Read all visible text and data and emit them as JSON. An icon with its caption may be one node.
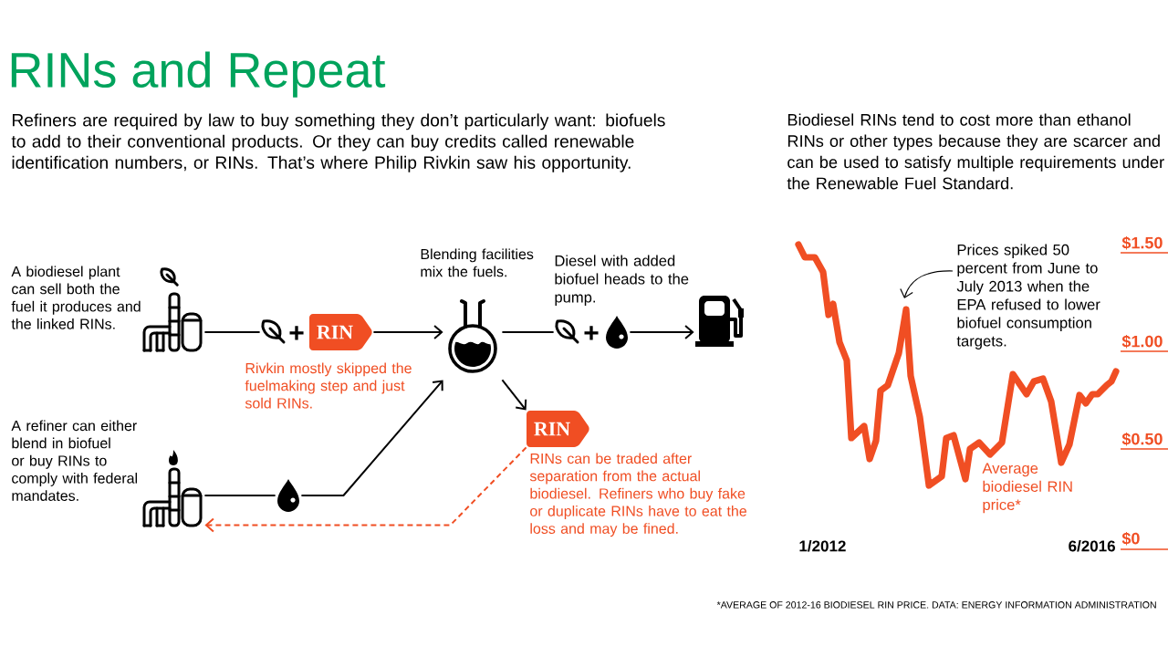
{
  "diagram": {
    "title": "RINs and Repeat",
    "nodes": [
      {
        "text": [],
        "shape": "picture",
        "beside": [
          "A biodiesel plant can sell both the fuel it produces and the linked RINs."
        ]
      },
      {
        "text": [],
        "shape": "picture"
      },
      {
        "text": [
          "RIN"
        ],
        "beside": [
          "Rivkin mostly skipped the fuelmaking step and just sold RINs."
        ]
      },
      {
        "text": [],
        "shape": "picture",
        "beside": [
          "Blending facilities mix the fuels."
        ]
      },
      {
        "text": [],
        "shape": "picture"
      },
      {
        "text": [],
        "shape": "picture"
      },
      {
        "text": [],
        "shape": "picture"
      },
      {
        "text": [],
        "shape": "picture",
        "beside": [
          "A refiner can either blend in biofuel or buy RINs to comply with federal mandates."
        ]
      },
      {
        "text": [],
        "shape": "picture"
      },
      {
        "text": [
          "RIN"
        ],
        "beside": [
          "RINs can be traded after separation from the actual biodiesel. Refiners who buy fake or duplicate RINs have to eat the loss and may be fined."
        ]
      },
      {
        "text": [
          "Prices spiked 50 percent from June to July 2013 when the EPA refused to lower biofuel consumption targets."
        ]
      }
    ],
    "edges": [
      {
        "from": 0,
        "to": 1,
        "arrow": "none"
      },
      {
        "from": 2,
        "to": 3,
        "arrow": "to"
      },
      {
        "from": 3,
        "to": 4,
        "arrow": "none"
      },
      {
        "from": 5,
        "to": 6,
        "arrow": "to"
      },
      {
        "from": 7,
        "to": 8,
        "arrow": "none"
      },
      {
        "from": 8,
        "to": 3,
        "arrow": "to"
      },
      {
        "from": 3,
        "to": 9,
        "arrow": "to"
      },
      {
        "from": 9,
        "to": 7,
        "arrow": "to",
        "style": "dashed",
        "color": "#f04e23"
      },
      {
        "from": 10,
        "to": null,
        "arrow": "to"
      }
    ],
    "labels": [
      "Refiners are required by law to buy something they don’t particularly want: biofuels to add to their conventional products. Or they can buy credits called renewable identification numbers, or RINs. That’s where Philip Rivkin saw his opportunity.",
      "Biodiesel RINs tend to cost more than ethanol RINs or other types because they are scarcer and can be used to satisfy multiple requirements under the Renewable Fuel Standard.",
      "Diesel with added biofuel heads to the pump.",
      "+",
      "+",
      "$1.50",
      "$1.00",
      "$0.50",
      "Average biodiesel RIN price*",
      "1/2012",
      "6/2016",
      "$0",
      "*AVERAGE OF 2012-16 BIODIESEL RIN PRICE. DATA: ENERGY INFORMATION ADMINISTRATION"
    ]
  }
}
